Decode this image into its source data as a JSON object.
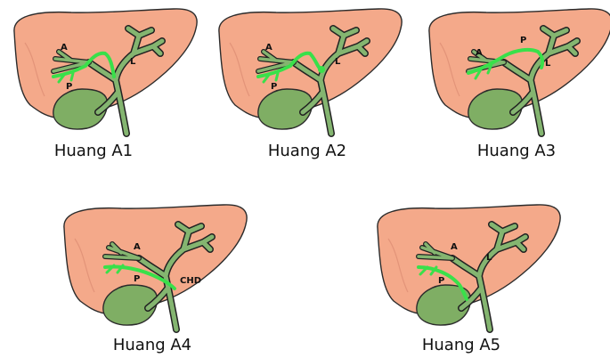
{
  "panels": [
    {
      "caption": "Huang A1",
      "labels": {
        "a": "A",
        "l": "L",
        "p": "P"
      }
    },
    {
      "caption": "Huang A2",
      "labels": {
        "a": "A",
        "l": "L",
        "p": "P"
      }
    },
    {
      "caption": "Huang A3",
      "labels": {
        "a": "A",
        "l": "L",
        "p": "P"
      }
    },
    {
      "caption": "Huang A4",
      "labels": {
        "a": "A",
        "p": "P",
        "chd": "CHD"
      }
    },
    {
      "caption": "Huang A5",
      "labels": {
        "a": "A",
        "l": "L",
        "p": "P"
      }
    }
  ],
  "colors": {
    "liver": "#F4A98A",
    "gallbladder": "#7FAE64",
    "bile_duct": "#84B570",
    "highlighted_duct": "#39E04A",
    "outline": "#222222"
  }
}
